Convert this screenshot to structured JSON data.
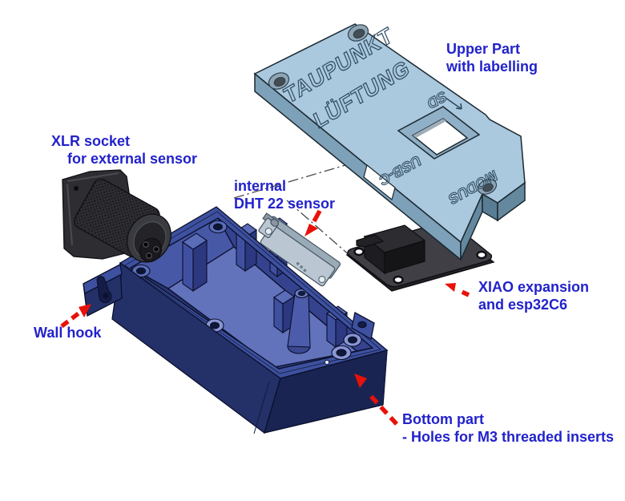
{
  "figure": {
    "type": "exploded-assembly-diagram",
    "background": "#ffffff"
  },
  "colors": {
    "annotation_text": "#2222cc",
    "arrow_red": "#e81109",
    "lid_blue": "#aac8de",
    "enclosure_navy": "#2c3a78",
    "enclosure_floor": "#6272bb",
    "dark_gray_parts": "#3a3a40",
    "pcb_gray_blue": "#bac7d3"
  },
  "annotations": {
    "upper_part": {
      "line1": "Upper Part",
      "line2": "with labelling"
    },
    "xlr": {
      "line1": "XLR socket",
      "line2": "for external sensor"
    },
    "dht": {
      "line1": "internal",
      "line2": "DHT 22 sensor"
    },
    "xiao": {
      "line1": "XIAO expansion",
      "line2": "and esp32C6"
    },
    "wall_hook": {
      "line1": "Wall hook"
    },
    "bottom": {
      "line1": "Bottom part",
      "line2": "- Holes for M3 threaded inserts"
    }
  },
  "engravings": {
    "brand1": "TAUPUNKT",
    "brand2": "LÜFTUNG",
    "usb": "USB-C",
    "modus": "MODUS",
    "sd": "SD"
  }
}
